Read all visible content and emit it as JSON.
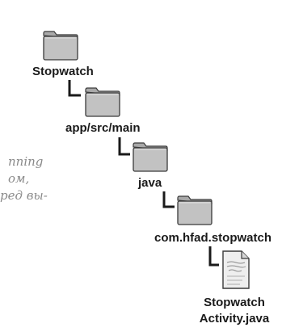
{
  "tree": {
    "root": {
      "label": "Stopwatch"
    },
    "level1": {
      "label": "app/src/main"
    },
    "level2": {
      "label": "java"
    },
    "level3": {
      "label": "com.hfad.stopwatch"
    },
    "file": {
      "line1": "Stopwatch",
      "line2": "Activity.java",
      "icon": "java-file-icon"
    }
  },
  "margin_note": {
    "lines": [
      "nning",
      "ом,",
      "ред вы-"
    ]
  },
  "colors": {
    "folder_fill": "#bdbdbd",
    "folder_stroke": "#3a3a3a",
    "connector": "#1a1a1a",
    "note_text": "#8a8a8a"
  }
}
